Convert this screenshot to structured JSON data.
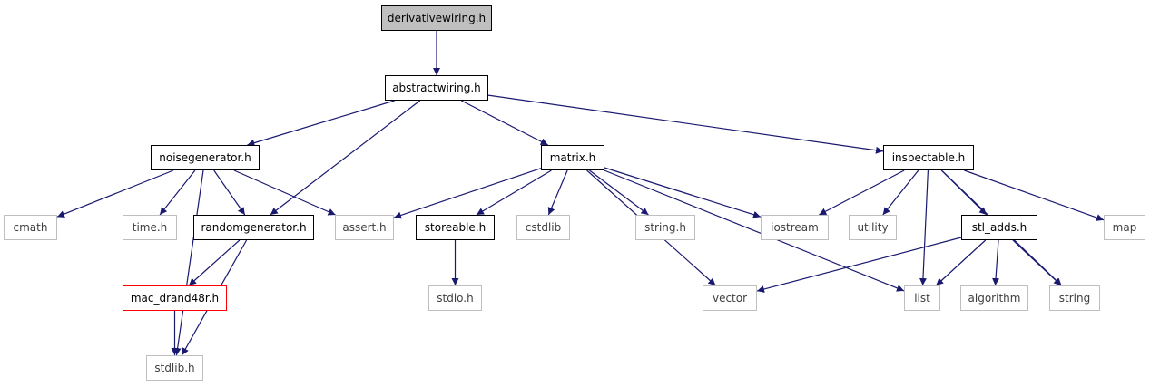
{
  "colors": {
    "edge": "#191970",
    "root_fill": "#bfbfbf",
    "documented_border": "#000000",
    "external_border": "#bfbfbf",
    "incomplete_border": "#ff0000"
  },
  "graph": {
    "nodes": {
      "derivativewiring": "derivativewiring.h",
      "abstractwiring": "abstractwiring.h",
      "noisegenerator": "noisegenerator.h",
      "matrix": "matrix.h",
      "inspectable": "inspectable.h",
      "cmath": "cmath",
      "time": "time.h",
      "randomgenerator": "randomgenerator.h",
      "assert": "assert.h",
      "storeable": "storeable.h",
      "cstdlib": "cstdlib",
      "string_h": "string.h",
      "iostream": "iostream",
      "utility": "utility",
      "stl_adds": "stl_adds.h",
      "map": "map",
      "mac_drand48r": "mac_drand48r.h",
      "stdio": "stdio.h",
      "vector": "vector",
      "list": "list",
      "algorithm": "algorithm",
      "string": "string",
      "stdlib": "stdlib.h"
    },
    "edges": [
      [
        "derivativewiring",
        "abstractwiring"
      ],
      [
        "abstractwiring",
        "noisegenerator"
      ],
      [
        "abstractwiring",
        "randomgenerator"
      ],
      [
        "abstractwiring",
        "matrix"
      ],
      [
        "abstractwiring",
        "inspectable"
      ],
      [
        "noisegenerator",
        "cmath"
      ],
      [
        "noisegenerator",
        "time"
      ],
      [
        "noisegenerator",
        "randomgenerator"
      ],
      [
        "noisegenerator",
        "assert"
      ],
      [
        "noisegenerator",
        "stdlib"
      ],
      [
        "randomgenerator",
        "mac_drand48r"
      ],
      [
        "randomgenerator",
        "stdlib"
      ],
      [
        "mac_drand48r",
        "stdlib"
      ],
      [
        "matrix",
        "assert"
      ],
      [
        "matrix",
        "storeable"
      ],
      [
        "matrix",
        "cstdlib"
      ],
      [
        "matrix",
        "string_h"
      ],
      [
        "matrix",
        "iostream"
      ],
      [
        "matrix",
        "vector"
      ],
      [
        "matrix",
        "list"
      ],
      [
        "storeable",
        "stdio"
      ],
      [
        "inspectable",
        "iostream"
      ],
      [
        "inspectable",
        "utility"
      ],
      [
        "inspectable",
        "list"
      ],
      [
        "inspectable",
        "stl_adds"
      ],
      [
        "inspectable",
        "map"
      ],
      [
        "inspectable",
        "string"
      ],
      [
        "stl_adds",
        "vector"
      ],
      [
        "stl_adds",
        "list"
      ],
      [
        "stl_adds",
        "algorithm"
      ],
      [
        "stl_adds",
        "string"
      ]
    ]
  }
}
